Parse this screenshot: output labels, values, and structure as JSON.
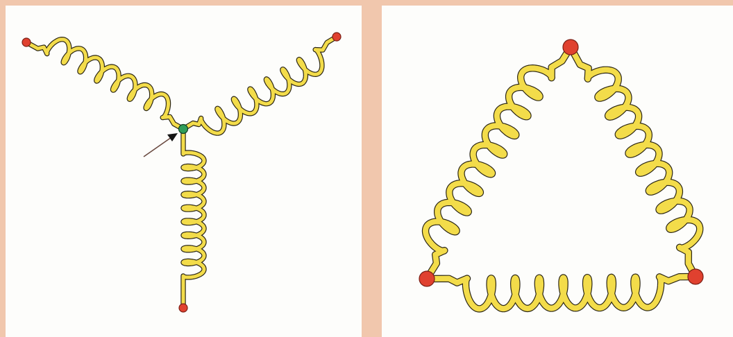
{
  "colors": {
    "frame": "#f1c7ad",
    "panel": "#fdfdfb",
    "wire": "#f3dc4a",
    "wire_outline": "#2b2616",
    "terminal": "#e0412f",
    "neutral": "#2f9d5a",
    "arrow": "#151515"
  },
  "diagrams": [
    {
      "id": "star",
      "coils": 3,
      "terminals": 3,
      "neutral_point": true,
      "pointer_arrow": true
    },
    {
      "id": "delta",
      "coils": 3,
      "terminals": 3
    }
  ]
}
